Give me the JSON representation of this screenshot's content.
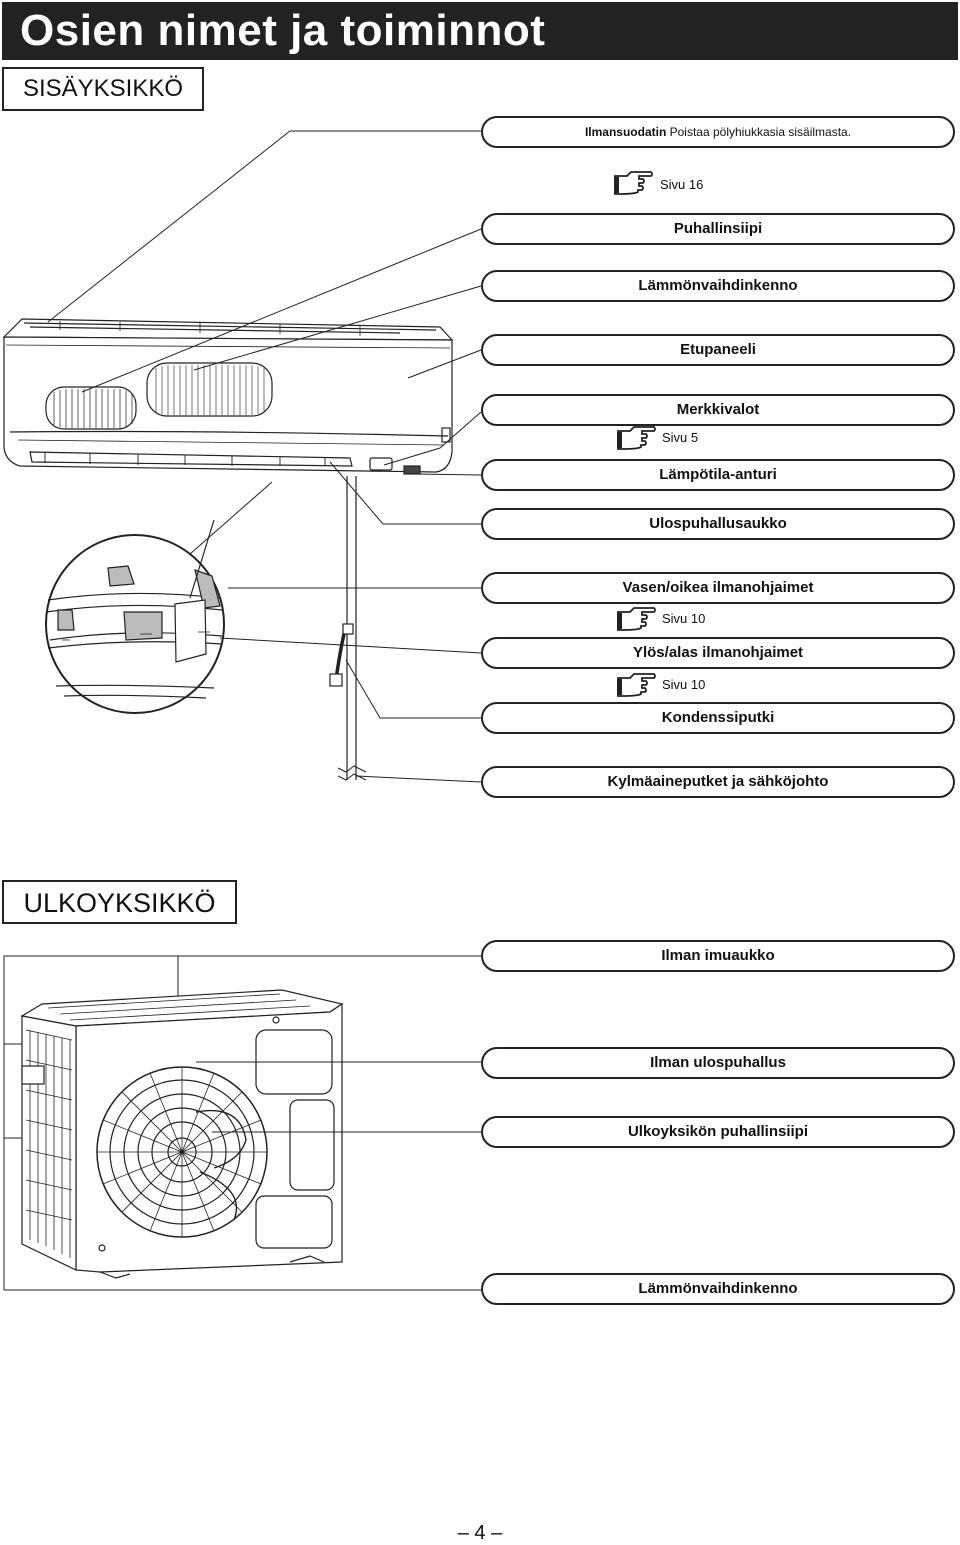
{
  "header": {
    "title": "Osien nimet ja toiminnot"
  },
  "indoor": {
    "section_label": "SISÄYKSIKKÖ",
    "labels": [
      {
        "bold": "Ilmansuodatin",
        "text": " Poistaa pölyhiukkasia sisäilmasta."
      },
      {
        "bold": "Puhallinsiipi"
      },
      {
        "bold": "Lämmönvaihdinkenno"
      },
      {
        "bold": "Etupaneeli"
      },
      {
        "bold": "Merkkivalot"
      },
      {
        "bold": "Lämpötila-anturi"
      },
      {
        "bold": "Ulospuhallusaukko"
      },
      {
        "bold": "Vasen/oikea ilmanohjaimet"
      },
      {
        "bold": "Ylös/alas ilmanohjaimet"
      },
      {
        "bold": "Kondenssiputki"
      },
      {
        "bold": "Kylmäaineputket ja sähköjohto"
      }
    ],
    "refs": [
      "Sivu 16",
      "Sivu 5",
      "Sivu 10",
      "Sivu 10"
    ]
  },
  "outdoor": {
    "section_label": "ULKOYKSIKKÖ",
    "labels": [
      {
        "bold": "Ilman imuaukko"
      },
      {
        "bold": "Ilman ulospuhallus"
      },
      {
        "bold": "Ulkoyksikön puhallinsiipi"
      },
      {
        "bold": "Lämmönvaihdinkenno"
      }
    ]
  },
  "footer": {
    "page_number": "– 4 –"
  },
  "icons": {
    "reference": "pointing-hand-icon"
  }
}
